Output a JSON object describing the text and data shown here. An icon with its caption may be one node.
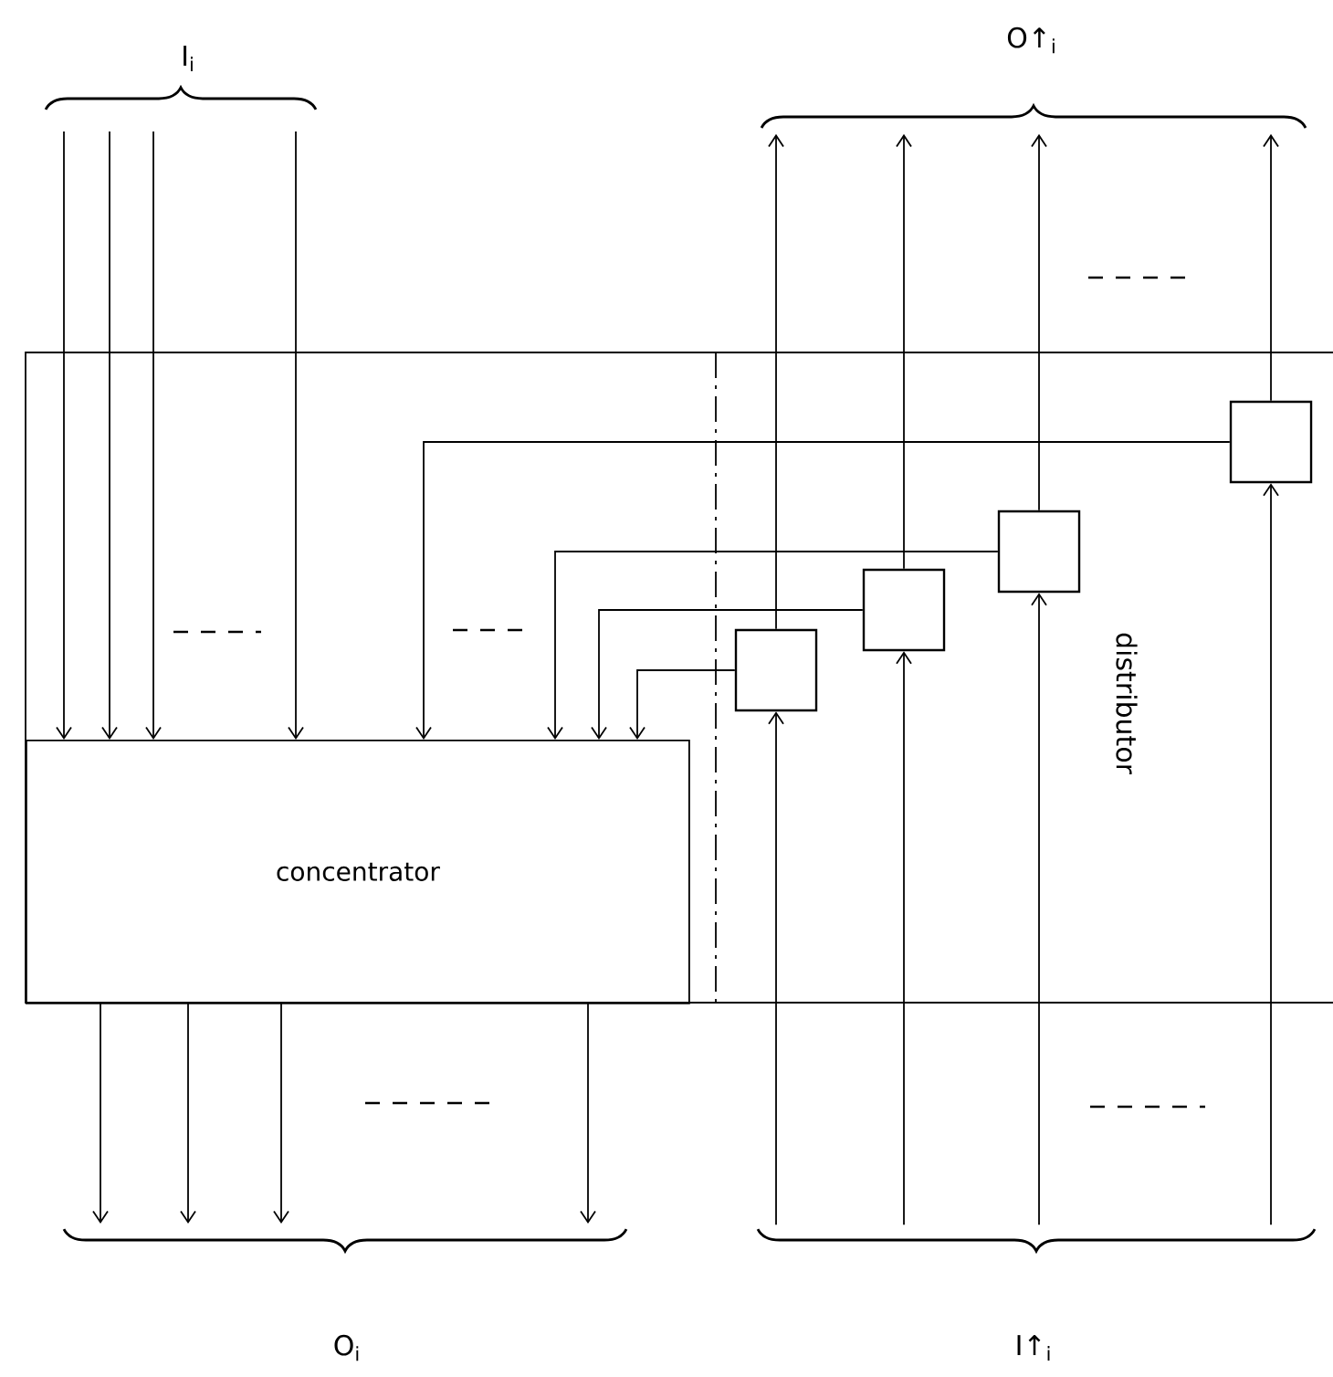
{
  "diagram": {
    "nodes": [
      {
        "text": [
          "concentrator"
        ]
      },
      {
        "text": [],
        "shape": "box"
      },
      {
        "text": [],
        "shape": "box"
      },
      {
        "text": [],
        "shape": "box"
      },
      {
        "text": [],
        "shape": "box"
      },
      {
        "text": [
          "I$_{i}$"
        ]
      },
      {
        "text": [
          "O↑$_{i}$"
        ]
      },
      {
        "text": [
          "O$_{i}$"
        ]
      },
      {
        "text": [
          "I↑$_{i}$"
        ]
      }
    ],
    "edges": [
      {
        "from": 5,
        "to": 0,
        "arrow": "to"
      },
      {
        "from": 5,
        "to": 0,
        "arrow": "to"
      },
      {
        "from": 5,
        "to": 0,
        "arrow": "to"
      },
      {
        "from": 5,
        "to": 0,
        "arrow": "to"
      },
      {
        "from": 0,
        "to": 7,
        "arrow": "to"
      },
      {
        "from": 0,
        "to": 7,
        "arrow": "to"
      },
      {
        "from": 0,
        "to": 7,
        "arrow": "to"
      },
      {
        "from": 0,
        "to": 7,
        "arrow": "to"
      },
      {
        "from": 8,
        "to": 1,
        "arrow": "to"
      },
      {
        "from": 8,
        "to": 2,
        "arrow": "to"
      },
      {
        "from": 8,
        "to": 3,
        "arrow": "to"
      },
      {
        "from": 8,
        "to": 4,
        "arrow": "to"
      },
      {
        "from": 1,
        "to": 6,
        "arrow": "to"
      },
      {
        "from": 2,
        "to": 6,
        "arrow": "to"
      },
      {
        "from": 3,
        "to": 6,
        "arrow": "to"
      },
      {
        "from": 4,
        "to": 6,
        "arrow": "to"
      },
      {
        "from": 1,
        "to": 0,
        "arrow": "to"
      },
      {
        "from": 2,
        "to": 0,
        "arrow": "to"
      },
      {
        "from": 3,
        "to": 0,
        "arrow": "to"
      },
      {
        "from": 4,
        "to": 0,
        "arrow": "to"
      }
    ],
    "labels": [
      "distributor"
    ]
  }
}
